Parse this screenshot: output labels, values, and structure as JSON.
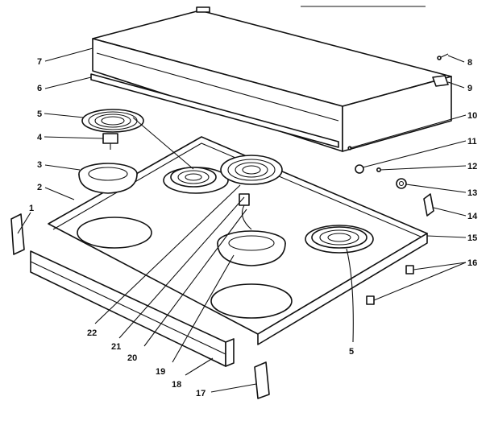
{
  "diagram": {
    "labels": {
      "l1": "1",
      "l2": "2",
      "l3": "3",
      "l4": "4",
      "l5a": "5",
      "l5b": "5",
      "l6": "6",
      "l7": "7",
      "l8": "8",
      "l9": "9",
      "l10": "10",
      "l11": "11",
      "l12": "12",
      "l13": "13",
      "l14": "14",
      "l15": "15",
      "l16": "16",
      "l17": "17",
      "l18": "18",
      "l19": "19",
      "l20": "20",
      "l21": "21",
      "l22": "22"
    }
  }
}
